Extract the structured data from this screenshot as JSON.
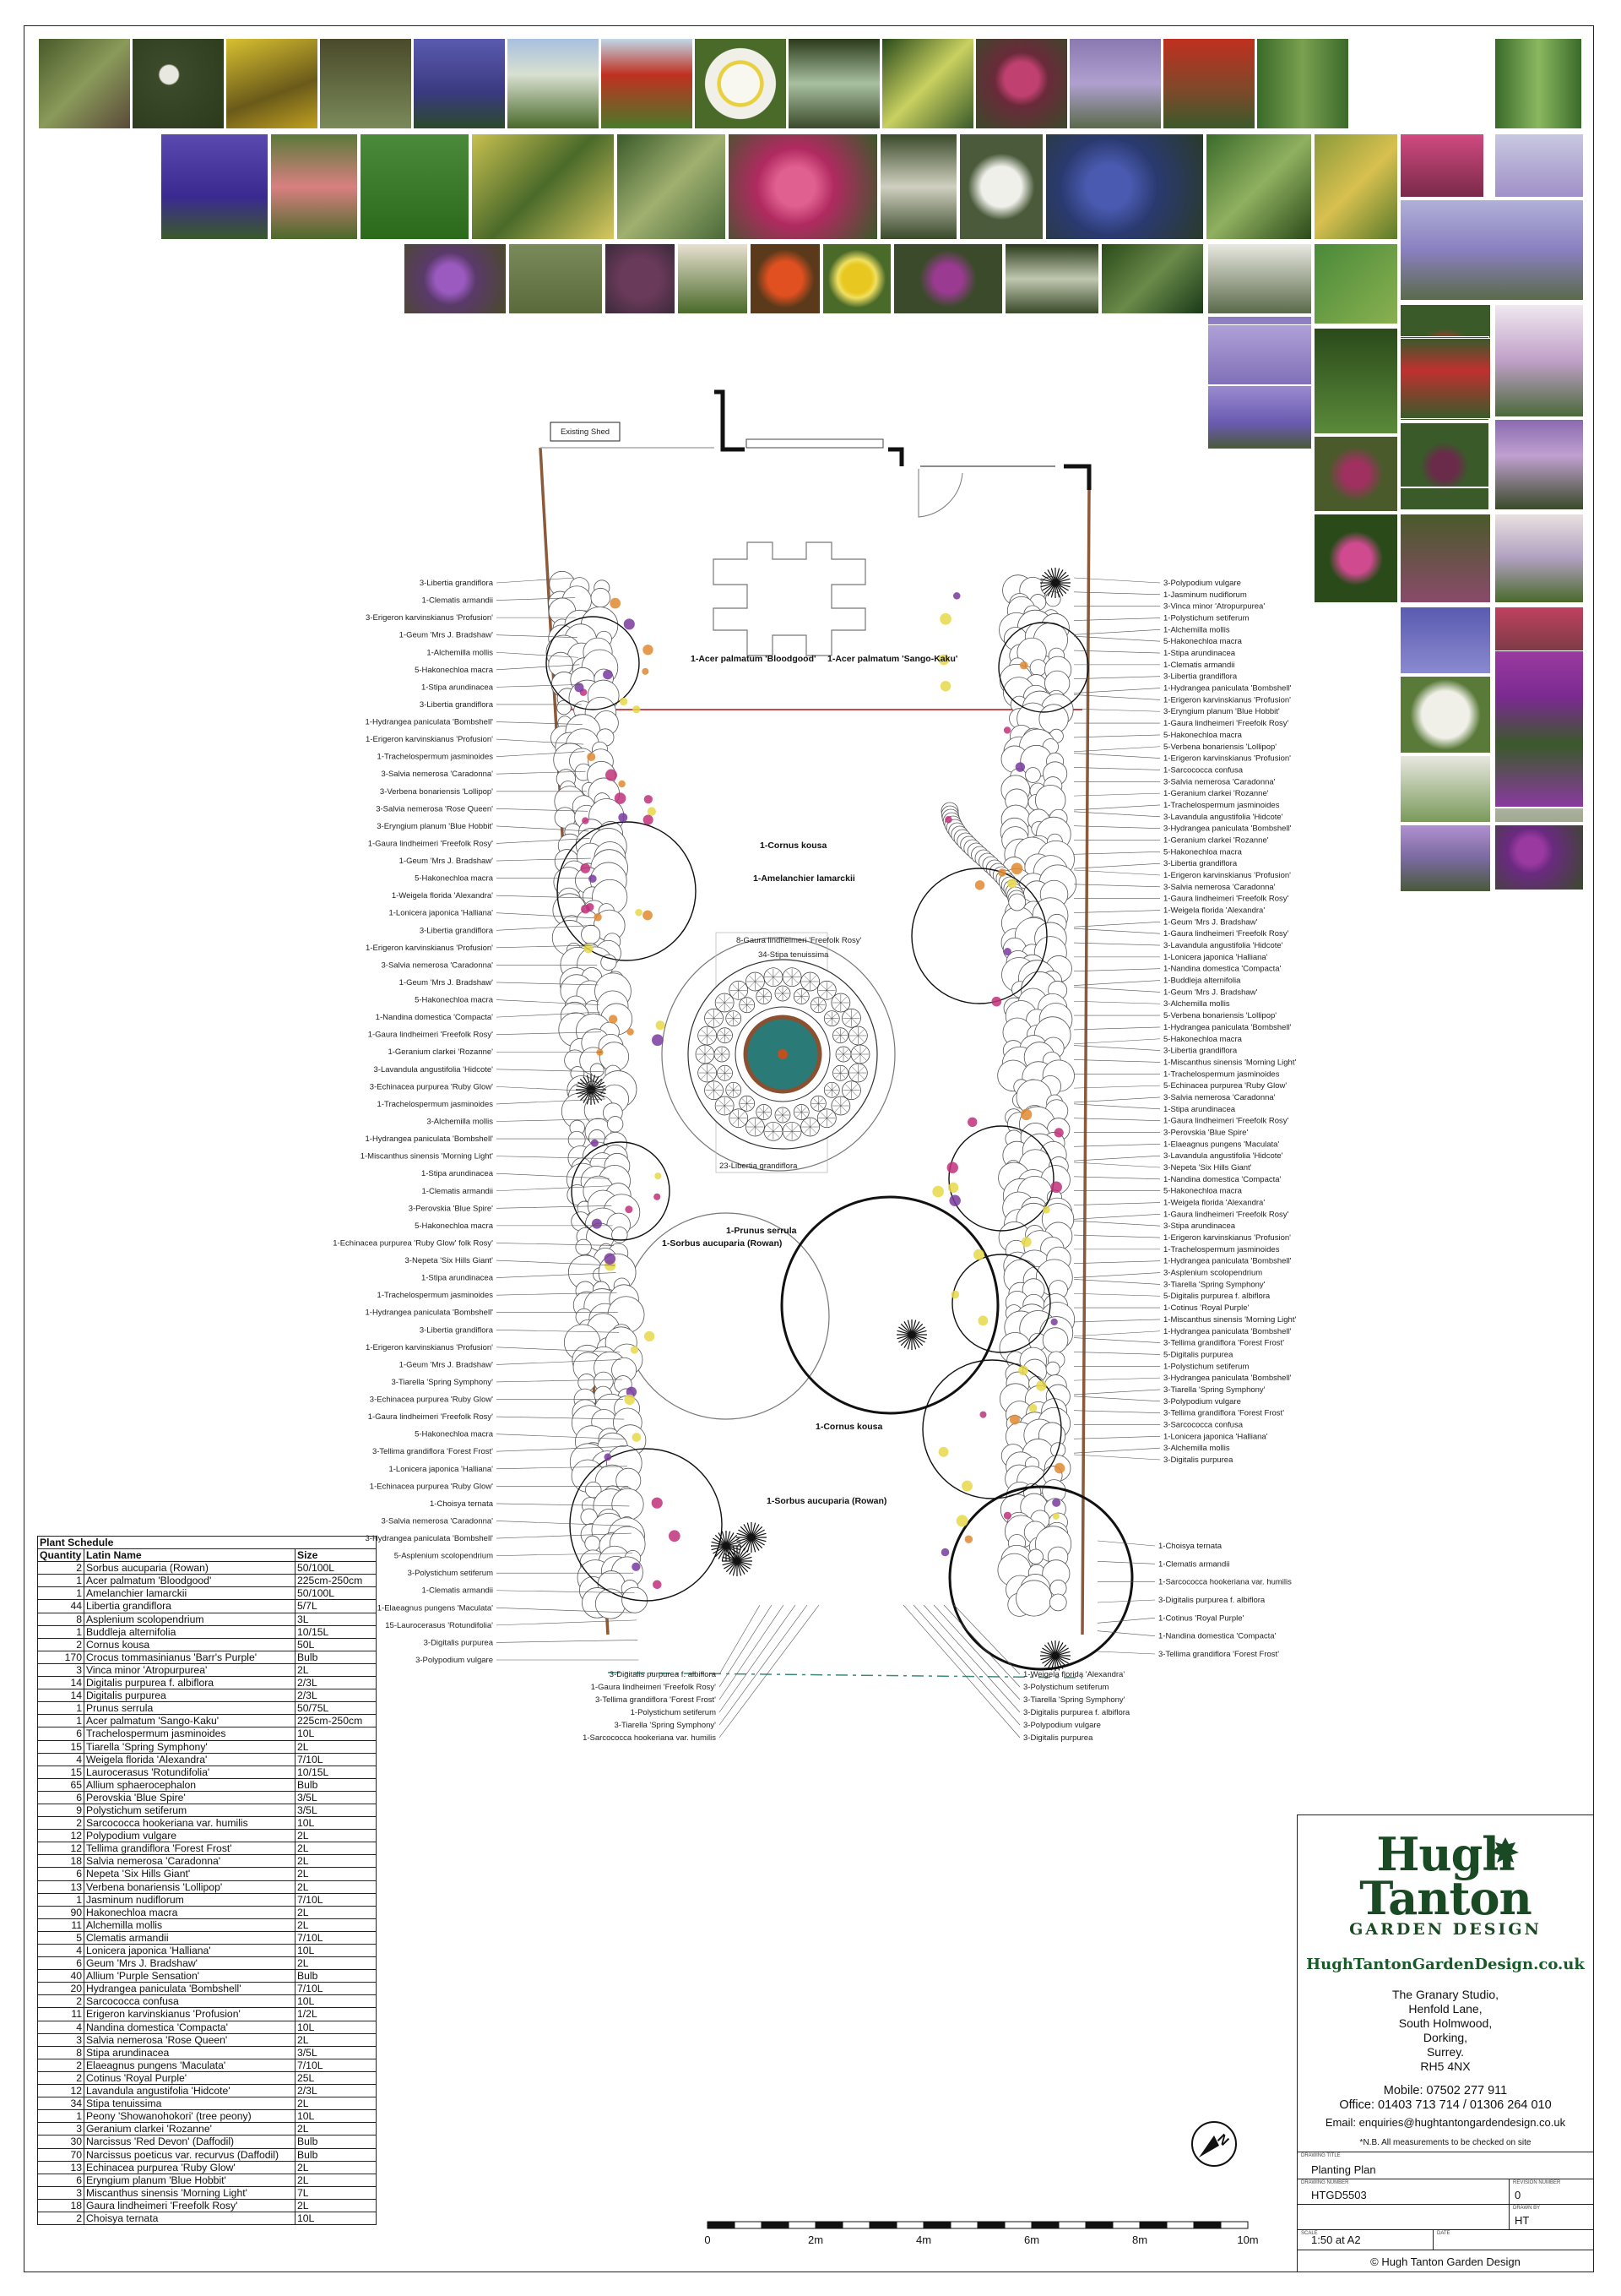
{
  "plan": {
    "existing_shed": "Existing Shed",
    "left_labels": [
      "3-Libertia grandiflora",
      "1-Clematis armandii",
      "3-Erigeron karvinskianus 'Profusion'",
      "1-Geum 'Mrs J. Bradshaw'",
      "1-Alchemilla mollis",
      "5-Hakonechloa macra",
      "1-Stipa arundinacea",
      "3-Libertia grandiflora",
      "1-Hydrangea paniculata 'Bombshell'",
      "1-Erigeron karvinskianus 'Profusion'",
      "1-Trachelospermum jasminoides",
      "3-Salvia nemerosa 'Caradonna'",
      "3-Verbena bonariensis 'Lollipop'",
      "3-Salvia nemerosa 'Rose Queen'",
      "3-Eryngium planum 'Blue Hobbit'",
      "1-Gaura lindheimeri 'Freefolk Rosy'",
      "1-Geum 'Mrs J. Bradshaw'",
      "5-Hakonechloa macra",
      "1-Weigela florida 'Alexandra'",
      "1-Lonicera japonica 'Halliana'",
      "3-Libertia grandiflora",
      "1-Erigeron karvinskianus 'Profusion'",
      "3-Salvia nemerosa 'Caradonna'",
      "1-Geum 'Mrs J. Bradshaw'",
      "5-Hakonechloa macra",
      "1-Nandina domestica 'Compacta'",
      "1-Gaura lindheimeri 'Freefolk Rosy'",
      "1-Geranium clarkei 'Rozanne'",
      "3-Lavandula angustifolia 'Hidcote'",
      "3-Echinacea purpurea 'Ruby Glow'",
      "1-Trachelospermum jasminoides",
      "3-Alchemilla mollis",
      "1-Hydrangea paniculata 'Bombshell'",
      "1-Miscanthus sinensis 'Morning Light'",
      "1-Stipa arundinacea",
      "1-Clematis armandii",
      "3-Perovskia 'Blue Spire'",
      "5-Hakonechloa macra",
      "1-Echinacea purpurea 'Ruby Glow' folk Rosy'",
      "3-Nepeta 'Six Hills Giant'",
      "1-Stipa arundinacea",
      "1-Trachelospermum jasminoides",
      "1-Hydrangea paniculata 'Bombshell'",
      "3-Libertia grandiflora",
      "1-Erigeron karvinskianus 'Profusion'",
      "1-Geum 'Mrs J. Bradshaw'",
      "3-Tiarella 'Spring Symphony'",
      "3-Echinacea purpurea 'Ruby Glow'",
      "1-Gaura lindheimeri 'Freefolk Rosy'",
      "5-Hakonechloa macra",
      "3-Tellima grandiflora 'Forest Frost'",
      "1-Lonicera japonica 'Halliana'",
      "1-Echinacea purpurea 'Ruby Glow'",
      "1-Choisya ternata",
      "3-Salvia nemerosa 'Caradonna'",
      "3-Hydrangea paniculata 'Bombshell'",
      "5-Asplenium scolopendrium",
      "3-Polystichum setiferum",
      "1-Clematis armandii",
      "1-Elaeagnus pungens 'Maculata'",
      "15-Laurocerasus 'Rotundifolia'",
      "3-Digitalis purpurea",
      "3-Polypodium vulgare"
    ],
    "right_labels": [
      "3-Polypodium vulgare",
      "1-Jasminum nudiflorum",
      "3-Vinca minor 'Atropurpurea'",
      "1-Polystichum setiferum",
      "1-Alchemilla mollis",
      "5-Hakonechloa macra",
      "1-Stipa arundinacea",
      "1-Clematis armandii",
      "3-Libertia grandiflora",
      "1-Hydrangea paniculata 'Bombshell'",
      "1-Erigeron karvinskianus 'Profusion'",
      "3-Eryngium planum 'Blue Hobbit'",
      "1-Gaura lindheimeri 'Freefolk Rosy'",
      "5-Hakonechloa macra",
      "5-Verbena bonariensis 'Lollipop'",
      "1-Erigeron karvinskianus 'Profusion'",
      "1-Sarcococca confusa",
      "3-Salvia nemerosa 'Caradonna'",
      "1-Geranium clarkei 'Rozanne'",
      "1-Trachelospermum jasminoides",
      "3-Lavandula angustifolia 'Hidcote'",
      "3-Hydrangea paniculata 'Bombshell'",
      "1-Geranium clarkei 'Rozanne'",
      "5-Hakonechloa macra",
      "3-Libertia grandiflora",
      "1-Erigeron karvinskianus 'Profusion'",
      "3-Salvia nemerosa 'Caradonna'",
      "1-Gaura lindheimeri 'Freefolk Rosy'",
      "1-Weigela florida 'Alexandra'",
      "1-Geum 'Mrs J. Bradshaw'",
      "1-Gaura lindheimeri 'Freefolk Rosy'",
      "3-Lavandula angustifolia 'Hidcote'",
      "1-Lonicera japonica 'Halliana'",
      "1-Nandina domestica 'Compacta'",
      "1-Buddleja alternifolia",
      "1-Geum 'Mrs J. Bradshaw'",
      "3-Alchemilla mollis",
      "5-Verbena bonariensis 'Lollipop'",
      "1-Hydrangea paniculata 'Bombshell'",
      "5-Hakonechloa macra",
      "3-Libertia grandiflora",
      "1-Miscanthus sinensis 'Morning Light'",
      "1-Trachelospermum jasminoides",
      "5-Echinacea purpurea 'Ruby Glow'",
      "3-Salvia nemerosa 'Caradonna'",
      "1-Stipa arundinacea",
      "1-Gaura lindheimeri 'Freefolk Rosy'",
      "3-Perovskia 'Blue Spire'",
      "1-Elaeagnus pungens 'Maculata'",
      "3-Lavandula angustifolia 'Hidcote'",
      "3-Nepeta 'Six Hills Giant'",
      "1-Nandina domestica 'Compacta'",
      "5-Hakonechloa macra",
      "1-Weigela florida 'Alexandra'",
      "1-Gaura lindheimeri 'Freefolk Rosy'",
      "3-Stipa arundinacea",
      "1-Erigeron karvinskianus 'Profusion'",
      "1-Trachelospermum jasminoides",
      "1-Hydrangea paniculata 'Bombshell'",
      "3-Asplenium scolopendrium",
      "3-Tiarella 'Spring Symphony'",
      "5-Digitalis purpurea f. albiflora",
      "1-Cotinus 'Royal Purple'",
      "1-Miscanthus sinensis 'Morning Light'",
      "1-Hydrangea paniculata 'Bombshell'",
      "3-Tellima grandiflora 'Forest Frost'",
      "5-Digitalis purpurea",
      "1-Polystichum setiferum",
      "3-Hydrangea paniculata 'Bombshell'",
      "3-Tiarella 'Spring Symphony'",
      "3-Polypodium vulgare",
      "3-Tellima grandiflora 'Forest Frost'",
      "3-Sarcococca confusa",
      "1-Lonicera japonica 'Halliana'",
      "3-Alchemilla mollis",
      "3-Digitalis purpurea"
    ],
    "centre_labels": {
      "acer_bloodgood": "1-Acer palmatum 'Bloodgood'",
      "acer_sango": "1-Acer palmatum 'Sango-Kaku'",
      "cornus_top": "1-Cornus kousa",
      "amelanchier": "1-Amelanchier lamarckii",
      "gaura_8": "8-Gaura lindheimeri 'Freefolk Rosy'",
      "stipa_34": "34-Stipa tenuissima",
      "libertia_23": "23-Libertia grandiflora",
      "prunus": "1-Prunus serrula",
      "sorbus_mid": "1-Sorbus aucuparia (Rowan)",
      "cornus_mid": "1-Cornus kousa",
      "sorbus_low": "1-Sorbus aucuparia (Rowan)"
    },
    "bottom_labels": [
      "3-Digitalis purpurea f. albiflora",
      "1-Gaura lindheimeri 'Freefolk Rosy'",
      "3-Tellima grandiflora 'Forest Frost'",
      "1-Polystichum setiferum",
      "3-Tiarella 'Spring Symphony'",
      "1-Sarcococca hookeriana var. humilis",
      "1-Weigela florida 'Alexandra'",
      "3-Polystichum setiferum",
      "3-Tiarella 'Spring Symphony'",
      "3-Digitalis purpurea f. albiflora",
      "3-Polypodium vulgare",
      "3-Digitalis purpurea"
    ],
    "bottom_right_labels": [
      "1-Choisya ternata",
      "1-Clematis armandii",
      "1-Sarcococca hookeriana var. humilis",
      "3-Digitalis purpurea f. albiflora",
      "1-Cotinus 'Royal Purple'",
      "1-Nandina domestica 'Compacta'",
      "3-Tellima grandiflora 'Forest Frost'"
    ]
  },
  "schedule": {
    "caption": "Plant Schedule",
    "headers": [
      "Quantity",
      "Latin Name",
      "Size"
    ],
    "rows": [
      [
        "2",
        "Sorbus aucuparia (Rowan)",
        "50/100L"
      ],
      [
        "1",
        "Acer palmatum 'Bloodgood'",
        "225cm-250cm"
      ],
      [
        "1",
        "Amelanchier lamarckii",
        "50/100L"
      ],
      [
        "44",
        "Libertia grandiflora",
        "5/7L"
      ],
      [
        "8",
        "Asplenium scolopendrium",
        "3L"
      ],
      [
        "1",
        "Buddleja alternifolia",
        "10/15L"
      ],
      [
        "2",
        "Cornus kousa",
        "50L"
      ],
      [
        "170",
        "Crocus tommasinianus 'Barr's Purple'",
        "Bulb"
      ],
      [
        "3",
        "Vinca minor 'Atropurpurea'",
        "2L"
      ],
      [
        "14",
        "Digitalis purpurea f. albiflora",
        "2/3L"
      ],
      [
        "14",
        "Digitalis purpurea",
        "2/3L"
      ],
      [
        "1",
        "Prunus serrula",
        "50/75L"
      ],
      [
        "1",
        "Acer palmatum 'Sango-Kaku'",
        "225cm-250cm"
      ],
      [
        "6",
        "Trachelospermum jasminoides",
        "10L"
      ],
      [
        "15",
        "Tiarella 'Spring Symphony'",
        "2L"
      ],
      [
        "4",
        "Weigela florida 'Alexandra'",
        "7/10L"
      ],
      [
        "15",
        "Laurocerasus 'Rotundifolia'",
        "10/15L"
      ],
      [
        "65",
        "Allium sphaerocephalon",
        "Bulb"
      ],
      [
        "6",
        "Perovskia 'Blue Spire'",
        "3/5L"
      ],
      [
        "9",
        "Polystichum setiferum",
        "3/5L"
      ],
      [
        "2",
        "Sarcococca hookeriana var. humilis",
        "10L"
      ],
      [
        "12",
        "Polypodium vulgare",
        "2L"
      ],
      [
        "12",
        "Tellima grandiflora 'Forest Frost'",
        "2L"
      ],
      [
        "18",
        "Salvia nemerosa 'Caradonna'",
        "2L"
      ],
      [
        "6",
        "Nepeta 'Six Hills Giant'",
        "2L"
      ],
      [
        "13",
        "Verbena bonariensis 'Lollipop'",
        "2L"
      ],
      [
        "1",
        "Jasminum nudiflorum",
        "7/10L"
      ],
      [
        "90",
        "Hakonechloa macra",
        "2L"
      ],
      [
        "11",
        "Alchemilla mollis",
        "2L"
      ],
      [
        "5",
        "Clematis armandii",
        "7/10L"
      ],
      [
        "4",
        "Lonicera japonica 'Halliana'",
        "10L"
      ],
      [
        "6",
        "Geum 'Mrs J. Bradshaw'",
        "2L"
      ],
      [
        "40",
        "Allium 'Purple Sensation'",
        "Bulb"
      ],
      [
        "20",
        "Hydrangea paniculata 'Bombshell'",
        "7/10L"
      ],
      [
        "2",
        "Sarcococca confusa",
        "10L"
      ],
      [
        "11",
        "Erigeron karvinskianus 'Profusion'",
        "1/2L"
      ],
      [
        "4",
        "Nandina domestica 'Compacta'",
        "10L"
      ],
      [
        "3",
        "Salvia nemerosa 'Rose Queen'",
        "2L"
      ],
      [
        "8",
        "Stipa arundinacea",
        "3/5L"
      ],
      [
        "2",
        "Elaeagnus pungens 'Maculata'",
        "7/10L"
      ],
      [
        "2",
        "Cotinus 'Royal Purple'",
        "25L"
      ],
      [
        "12",
        "Lavandula angustifolia 'Hidcote'",
        "2/3L"
      ],
      [
        "34",
        "Stipa tenuissima",
        "2L"
      ],
      [
        "1",
        "Peony 'Showanohokori' (tree peony)",
        "10L"
      ],
      [
        "3",
        "Geranium clarkei 'Rozanne'",
        "2L"
      ],
      [
        "30",
        "Narcissus 'Red Devon' (Daffodil)",
        "Bulb"
      ],
      [
        "70",
        "Narcissus poeticus var. recurvus (Daffodil)",
        "Bulb"
      ],
      [
        "13",
        "Echinacea purpurea 'Ruby Glow'",
        "2L"
      ],
      [
        "6",
        "Eryngium planum 'Blue Hobbit'",
        "2L"
      ],
      [
        "3",
        "Miscanthus sinensis 'Morning Light'",
        "7L"
      ],
      [
        "18",
        "Gaura lindheimeri 'Freefolk Rosy'",
        "2L"
      ],
      [
        "2",
        "Choisya ternata",
        "10L"
      ]
    ]
  },
  "titleblock": {
    "logo_line1": "Hugh",
    "logo_line2": "Tanton",
    "logo_line3": "GARDEN DESIGN",
    "website": "HughTantonGardenDesign.co.uk",
    "address": [
      "The Granary Studio,",
      "Henfold Lane,",
      "South Holmwood,",
      "Dorking,",
      "Surrey.",
      "RH5 4NX"
    ],
    "mobile": "Mobile: 07502 277 911",
    "office": "Office: 01403 713 714 / 01306 264 010",
    "email": "Email: enquiries@hughtantongardendesign.co.uk",
    "note": "*N.B. All measurements to be checked on site",
    "drawing_title_label": "DRAWING TITLE",
    "drawing_title": "Planting Plan",
    "drawing_number_label": "DRAWING NUMBER",
    "drawing_number": "HTGD5503",
    "revision_label": "REVISION NUMBER",
    "revision": "0",
    "drawn_by_label": "DRAWN BY",
    "drawn_by": "HT",
    "scale_label": "SCALE",
    "scale": "1:50 at A2",
    "date_label": "DATE",
    "copyright": "© Hugh Tanton Garden Design"
  },
  "scalebar": {
    "ticks": [
      "0",
      "2m",
      "4m",
      "6m",
      "8m",
      "10m"
    ]
  },
  "colors": {
    "brand_green": "#1a4a24",
    "fence": "#8a5a3a",
    "pink": "#c0307a",
    "purple": "#7a3aa0",
    "yellow": "#e6d84a",
    "orange": "#e08a30",
    "pool": "#2a7a78"
  }
}
